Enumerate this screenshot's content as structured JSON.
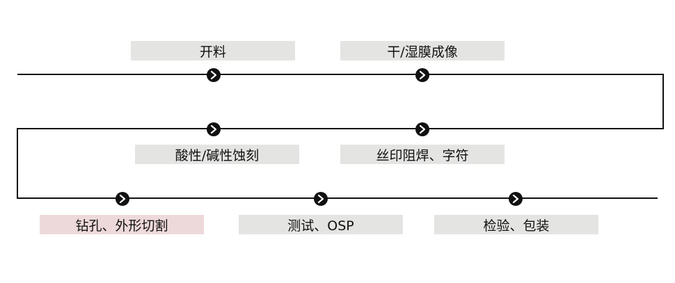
{
  "colors": {
    "line": "#111111",
    "label_bg": "#e4e4e2",
    "label_bg_highlight": "#eed9da",
    "node_fill": "#111111",
    "node_glyph": "#ffffff"
  },
  "icons": {
    "node": "chevron-right-circle-icon"
  },
  "steps": [
    {
      "label": "开料",
      "highlighted": false
    },
    {
      "label": "干/湿膜成像",
      "highlighted": false
    },
    {
      "label": "酸性/碱性蚀刻",
      "highlighted": false
    },
    {
      "label": "丝印阻焊、字符",
      "highlighted": false
    },
    {
      "label": "钻孔、外形切割",
      "highlighted": true
    },
    {
      "label": "测试、OSP",
      "highlighted": false
    },
    {
      "label": "检验、包装",
      "highlighted": false
    }
  ]
}
